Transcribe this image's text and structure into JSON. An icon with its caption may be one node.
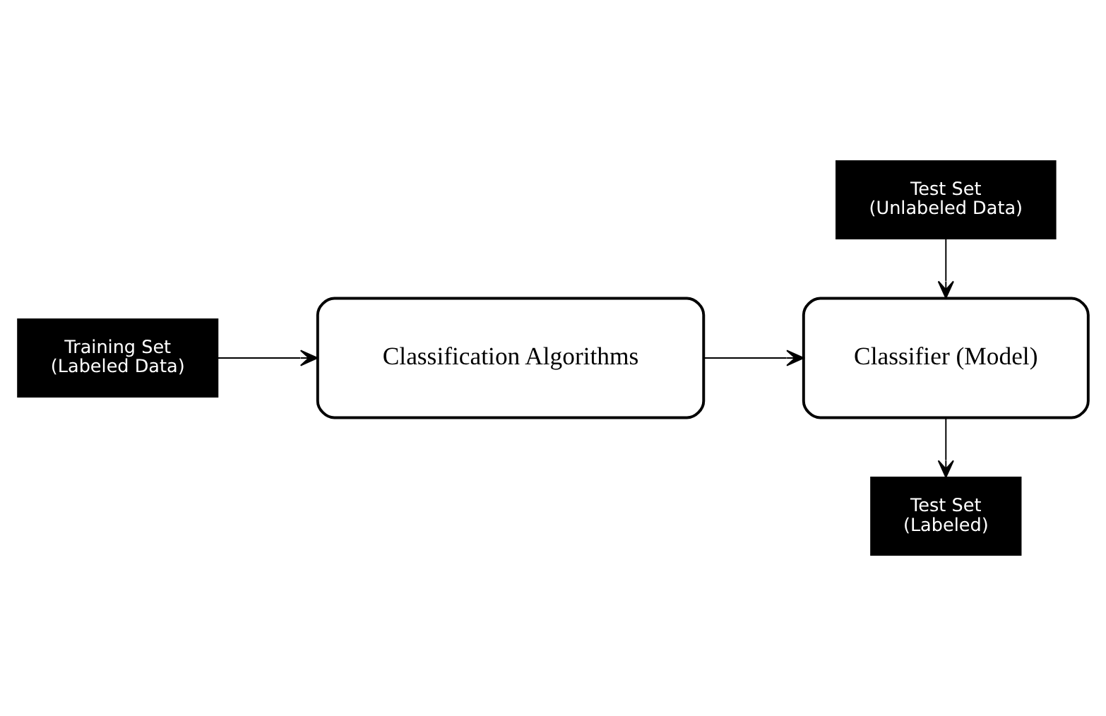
{
  "diagram": {
    "nodes": [
      {
        "text": [
          "Training Set",
          "(Labeled Data)"
        ]
      },
      {
        "text": [
          "Classification Algorithms"
        ]
      },
      {
        "text": [
          "Classifier (Model)"
        ]
      },
      {
        "text": [
          "Test Set",
          "(Unlabeled Data)"
        ]
      },
      {
        "text": [
          "Test Set",
          "(Labeled)"
        ]
      }
    ],
    "edges": [
      {
        "from": 0,
        "to": 1,
        "arrow": "to"
      },
      {
        "from": 1,
        "to": 2,
        "arrow": "to"
      },
      {
        "from": 3,
        "to": 2,
        "arrow": "to"
      },
      {
        "from": 2,
        "to": 4,
        "arrow": "to"
      }
    ]
  }
}
